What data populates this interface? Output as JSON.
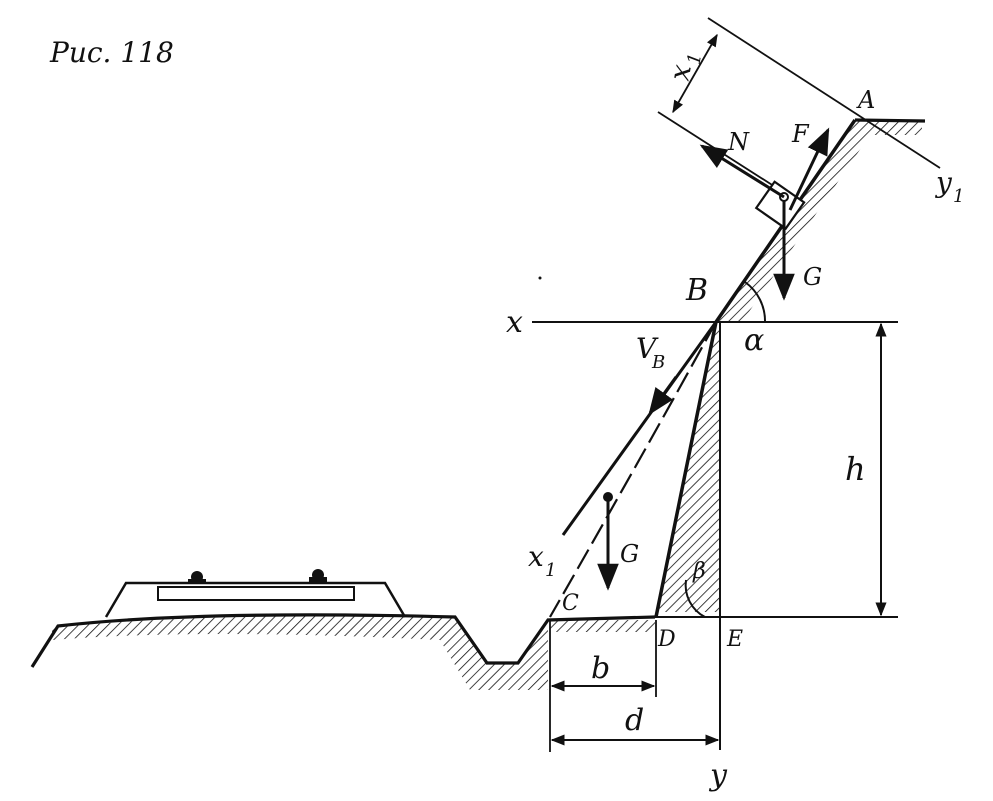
{
  "caption": "Рис. 118",
  "labels": {
    "A": "A",
    "B": "B",
    "C": "C",
    "D": "D",
    "E": "E",
    "x": "x",
    "y": "y",
    "x1_top": "x",
    "x1_top_sub": "1",
    "y1": "y",
    "y1_sub": "1",
    "x1_low": "x",
    "x1_low_sub": "1",
    "N": "N",
    "F": "F",
    "G_top": "G",
    "G_low": "G",
    "VB": "V",
    "VB_sub": "B",
    "alpha": "α",
    "beta": "β",
    "h": "h",
    "b": "b",
    "d": "d"
  },
  "colors": {
    "ink": "#111111",
    "background": "#ffffff"
  }
}
